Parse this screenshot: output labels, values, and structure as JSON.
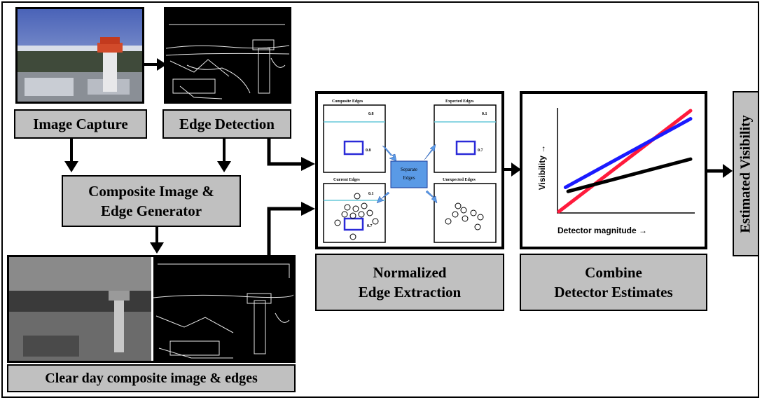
{
  "labels": {
    "image_capture": "Image Capture",
    "edge_detection": "Edge Detection",
    "composite_line1": "Composite Image &",
    "composite_line2": "Edge Generator",
    "clear_day": "Clear day composite image & edges",
    "normalized_line1": "Normalized",
    "normalized_line2": "Edge Extraction",
    "combine_line1": "Combine",
    "combine_line2": "Detector Estimates",
    "estimated_visibility": "Estimated Visibility"
  },
  "edge_panel": {
    "composite_edges": "Composite Edges",
    "expected_edges": "Expected Edges",
    "current_edges": "Current Edges",
    "unexpected_edges": "Unexpected Edges",
    "separate_line1": "Separate",
    "separate_line2": "Edges",
    "composite_top_value": "0.8",
    "composite_bottom_value": "0.8",
    "expected_top_value": "0.1",
    "expected_bottom_value": "0.7",
    "current_top_value": "0.1",
    "current_bottom_value": "0.7"
  },
  "chart_data": {
    "type": "line",
    "xlabel": "Detector magnitude →",
    "ylabel": "Visibility →",
    "series": [
      {
        "color": "#ff1a3c",
        "x": [
          0,
          1
        ],
        "y": [
          0.0,
          1.0
        ]
      },
      {
        "color": "#1a1aff",
        "x": [
          0.05,
          1
        ],
        "y": [
          0.24,
          0.92
        ]
      },
      {
        "color": "#000000",
        "x": [
          0.07,
          1
        ],
        "y": [
          0.2,
          0.52
        ]
      }
    ]
  }
}
